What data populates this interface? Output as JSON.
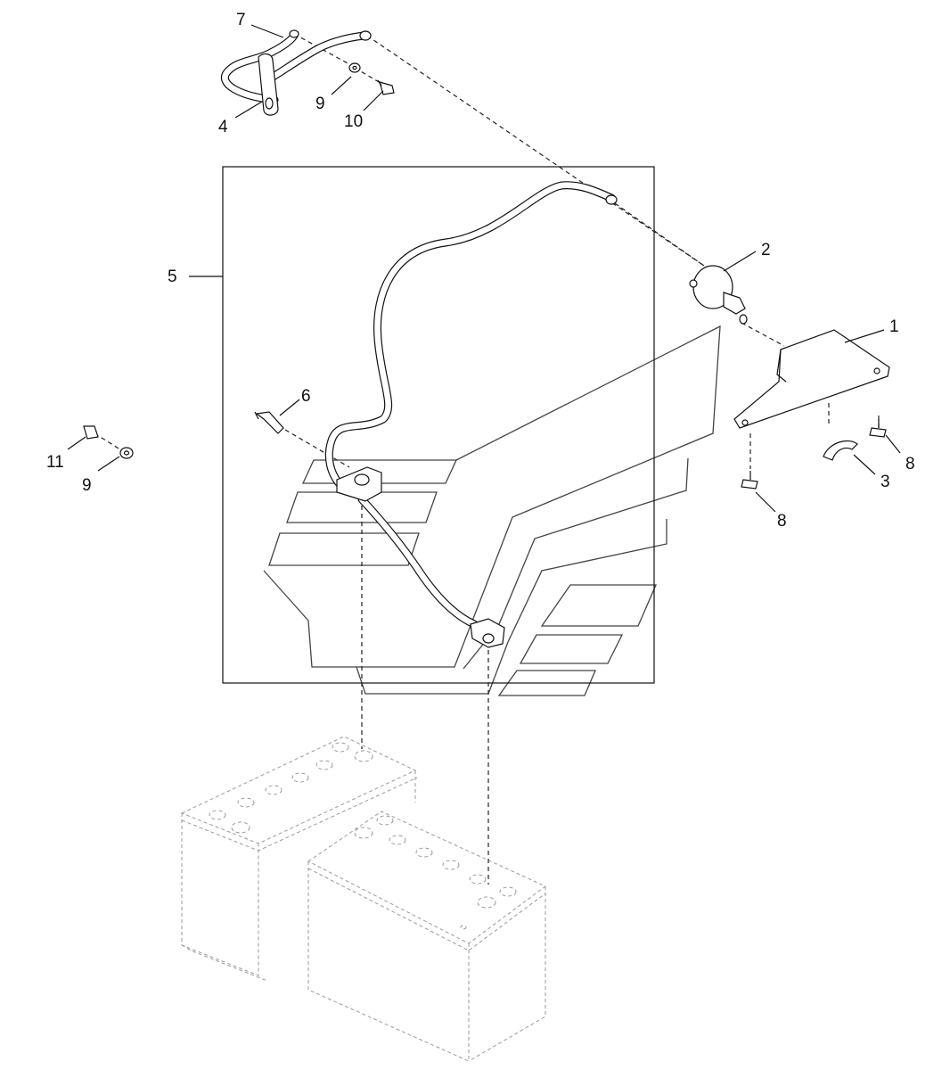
{
  "callouts": [
    {
      "id": "c1",
      "text": "1"
    },
    {
      "id": "c2",
      "text": "2"
    },
    {
      "id": "c3",
      "text": "3"
    },
    {
      "id": "c4",
      "text": "4"
    },
    {
      "id": "c5",
      "text": "5"
    },
    {
      "id": "c6",
      "text": "6"
    },
    {
      "id": "c7",
      "text": "7"
    },
    {
      "id": "c8a",
      "text": "8"
    },
    {
      "id": "c8b",
      "text": "8"
    },
    {
      "id": "c9a",
      "text": "9"
    },
    {
      "id": "c9b",
      "text": "9"
    },
    {
      "id": "c10",
      "text": "10"
    },
    {
      "id": "c11",
      "text": "11"
    }
  ]
}
